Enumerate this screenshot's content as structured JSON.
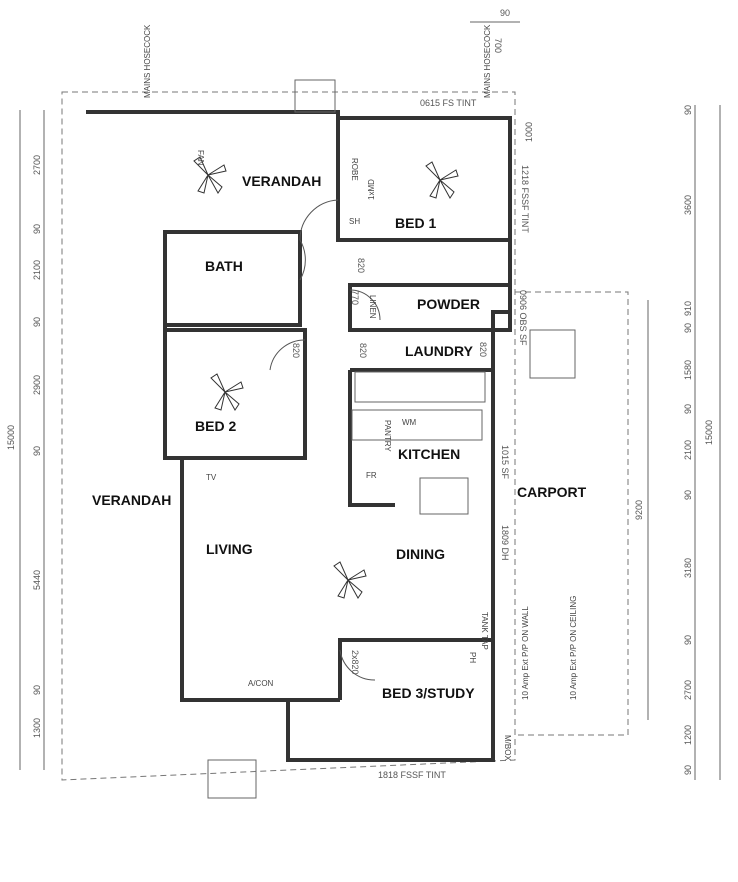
{
  "rooms": {
    "verandah_top": "VERANDAH",
    "bed1": "BED 1",
    "bath": "BATH",
    "powder": "POWDER",
    "laundry": "LAUNDRY",
    "bed2": "BED 2",
    "kitchen": "KITCHEN",
    "verandah_left": "VERANDAH",
    "carport": "CARPORT",
    "living": "LIVING",
    "dining": "DINING",
    "bed3": "BED 3/STUDY"
  },
  "labels": {
    "hosecock_top": "MAINS HOSECOCK",
    "hosecock_right": "MAINS HOSECOCK",
    "fan": "FAN",
    "robe": "ROBE",
    "sh": "SH",
    "one_x_md": "1xMD",
    "linen": "LINEN",
    "pantry": "PANTRY",
    "fr": "FR",
    "wm": "WM",
    "tv": "TV",
    "ac": "A/CON",
    "tank_tap": "TANK TAP",
    "ph": "PH",
    "m_box": "M/BOX",
    "ext_wall": "10 Amp Ext P/P ON WALL",
    "ext_ceiling": "10 Amp Ext P/P ON CEILING"
  },
  "dimensions": {
    "door_820_a": "820",
    "door_820_b": "820",
    "door_820_c": "820",
    "door_820_d": "820",
    "door_770": "770",
    "door_2x820": "2x820",
    "win_0615": "0615 FS TINT",
    "win_1218": "1218 FSSF TINT",
    "win_0906": "0906 OBS SF",
    "win_1015": "1015 SF",
    "win_1809": "1809 DH",
    "win_1818": "1818 FSSF TINT",
    "win_1000": "1000",
    "top_90": "90",
    "top_700": "700",
    "left": [
      "2700",
      "90",
      "2100",
      "90",
      "2900",
      "90",
      "5440",
      "90",
      "1300"
    ],
    "left_total": "15000",
    "right": [
      "90",
      "3600",
      "910",
      "90",
      "1580",
      "90",
      "2100",
      "90",
      "3180",
      "90",
      "2700",
      "1200",
      "90"
    ],
    "right_total": "15000",
    "right_carport": "9200"
  }
}
